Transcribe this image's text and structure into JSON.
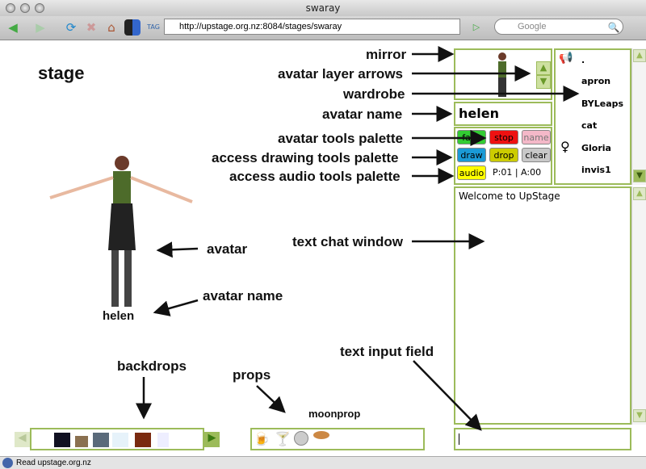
{
  "window": {
    "title": "swaray"
  },
  "browser": {
    "url": "http://upstage.org.nz:8084/stages/swaray",
    "search_placeholder": "Google",
    "status": "Read upstage.org.nz",
    "tag_label": "TAG"
  },
  "stage": {
    "title": "stage",
    "avatar_name": "helen",
    "prop_name": "moonprop"
  },
  "avatar_panel": {
    "name": "helen"
  },
  "tools": {
    "face": "face",
    "stop": "stop",
    "name": "name",
    "draw": "draw",
    "drop": "drop",
    "clear": "clear",
    "audio": "audio",
    "counts": "P:01 | A:00"
  },
  "wardrobe": {
    "items": [
      ".",
      "apron",
      "BYLeaps",
      "cat",
      "Gloria",
      "invis1"
    ]
  },
  "chat": {
    "welcome": "Welcome to UpStage",
    "input_value": ""
  },
  "annotations": {
    "mirror": "mirror",
    "layer_arrows": "avatar layer arrows",
    "wardrobe": "wardrobe",
    "avatar_name": "avatar name",
    "tools_palette": "avatar tools palette",
    "drawing": "access drawing tools palette",
    "audio": "access audio tools palette",
    "chat": "text chat window",
    "avatar": "avatar",
    "avatar_name2": "avatar name",
    "backdrops": "backdrops",
    "props": "props",
    "text_input": "text input field"
  },
  "colors": {
    "panel_border": "#9cbb5a",
    "face": "#33cc33",
    "stop": "#ee1111",
    "name": "#f4b8c8",
    "draw": "#1a9ad6",
    "drop": "#cccc00",
    "clear": "#c8c8c8",
    "audio": "#ffff00"
  }
}
